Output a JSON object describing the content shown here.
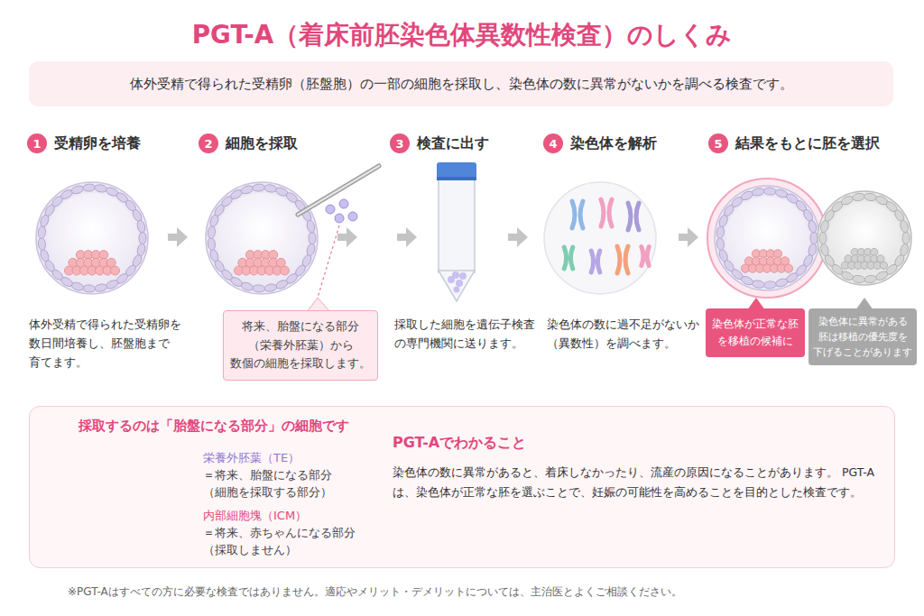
{
  "diagram": {
    "title": "PGT-A（着床前胚染色体異数性検査）のしくみ",
    "nodes": [
      {
        "text": [
          "体外受精で得られた受精卵（胚盤胞）の一部の細胞を採取し、染色体の数に異常がないかを調べる検査です。"
        ]
      },
      {
        "text": [
          "1",
          "受精卵を培養"
        ]
      },
      {
        "text": [
          "2",
          "細胞を採取"
        ]
      },
      {
        "text": [
          "3",
          "検査に出す"
        ]
      },
      {
        "text": [
          "4",
          "染色体を解析"
        ]
      },
      {
        "text": [
          "5",
          "結果をもとに胚を選択"
        ]
      },
      {
        "text": [
          "将来、胎盤になる部分 （栄養外胚葉）から 数個の細胞を採取します。"
        ]
      },
      {
        "text": [
          "染色体が正常な胚 を移植の候補に"
        ]
      },
      {
        "text": [
          "染色体に異常がある 胚は移植の優先度を 下げることがあります"
        ]
      },
      {
        "text": [
          "採取するのは「胎盤になる部分」の細胞です",
          "PGT-Aでわかること",
          "染色体の数に異常があると、着床しなかったり、流産の原因になることがあります。 PGT-Aは、染色体が正常な胚を選ぶことで、妊娠の可能性を高めることを目的とした検査です。"
        ]
      }
    ],
    "labels": [
      "体外受精で得られた受精卵を 数日間培養し、胚盤胞まで 育てます。",
      "採取した細胞を遺伝子検査 の専門機関に送ります。",
      "染色体の数に過不足がないか （異数性）を調べます。",
      "栄養外胚葉（TE）",
      "＝将来、胎盤になる部分",
      "（細胞を採取する部分）",
      "内部細胞塊（ICM）",
      "＝将来、赤ちゃんになる部分",
      "（採取しません）",
      "※PGT-Aはすべての方に必要な検査ではありません。適応やメリット・デメリットについては、主治医とよくご相談ください。"
    ]
  }
}
